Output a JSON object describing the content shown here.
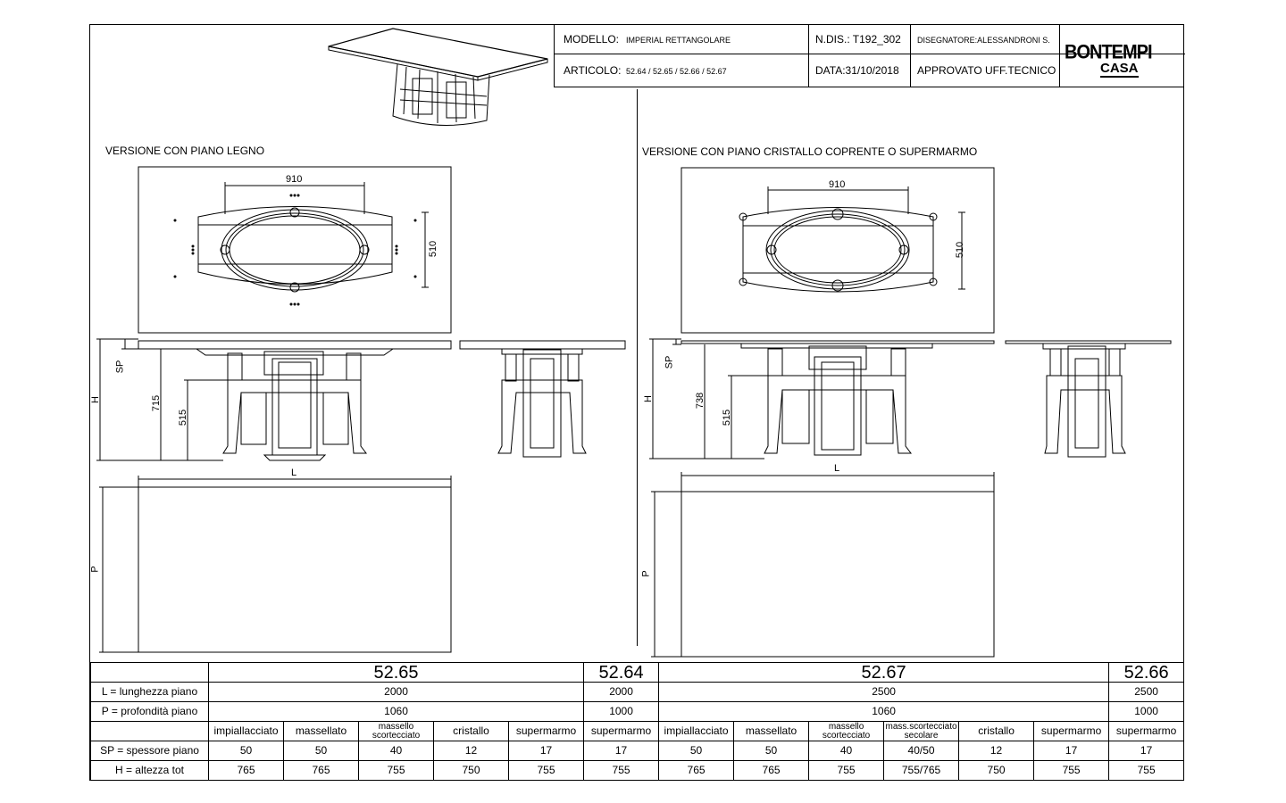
{
  "title_block": {
    "modello_label": "MODELLO:",
    "modello_value": "IMPERIAL RETTANGOLARE",
    "ndis": "N.DIS.: T192_302",
    "designer": "DISEGNATORE:ALESSANDRONI S.",
    "articolo_label": "ARTICOLO:",
    "articolo_value": "52.64 / 52.65 / 52.66 / 52.67",
    "date": "DATA:31/10/2018",
    "approved": "APPROVATO UFF.TECNICO",
    "brand_top": "BONTEMPI",
    "brand_bottom": "CASA"
  },
  "left_view": {
    "title": "VERSIONE CON PIANO LEGNO",
    "dim_width": "910",
    "dim_depth": "510",
    "dim_sp": "SP",
    "dim_h": "H",
    "dim_total": "715",
    "dim_inner": "515",
    "dim_l": "L",
    "dim_p": "P"
  },
  "right_view": {
    "title": "VERSIONE CON PIANO CRISTALLO COPRENTE O SUPERMARMO",
    "dim_width": "910",
    "dim_depth": "510",
    "dim_sp": "SP",
    "dim_h": "H",
    "dim_total": "738",
    "dim_inner": "515",
    "dim_l": "L",
    "dim_p": "P"
  },
  "spec_table": {
    "codes": [
      "52.65",
      "52.64",
      "52.67",
      "52.66"
    ],
    "row_l_label": "L = lunghezza piano",
    "row_l": [
      "2000",
      "2000",
      "2500",
      "2500"
    ],
    "row_p_label": "P = profondità piano",
    "row_p": [
      "1060",
      "1000",
      "1060",
      "1000"
    ],
    "materials": [
      "impiallacciato",
      "massellato",
      "massello scortecciato",
      "cristallo",
      "supermarmo",
      "supermarmo",
      "impiallacciato",
      "massellato",
      "massello scortecciato",
      "mass.scortecciato secolare",
      "cristallo",
      "supermarmo",
      "supermarmo"
    ],
    "row_sp_label": "SP = spessore piano",
    "row_sp": [
      "50",
      "50",
      "40",
      "12",
      "17",
      "17",
      "50",
      "50",
      "40",
      "40/50",
      "12",
      "17",
      "17"
    ],
    "row_h_label": "H = altezza tot",
    "row_h": [
      "765",
      "765",
      "755",
      "750",
      "755",
      "755",
      "765",
      "765",
      "755",
      "755/765",
      "750",
      "755",
      "755"
    ]
  }
}
